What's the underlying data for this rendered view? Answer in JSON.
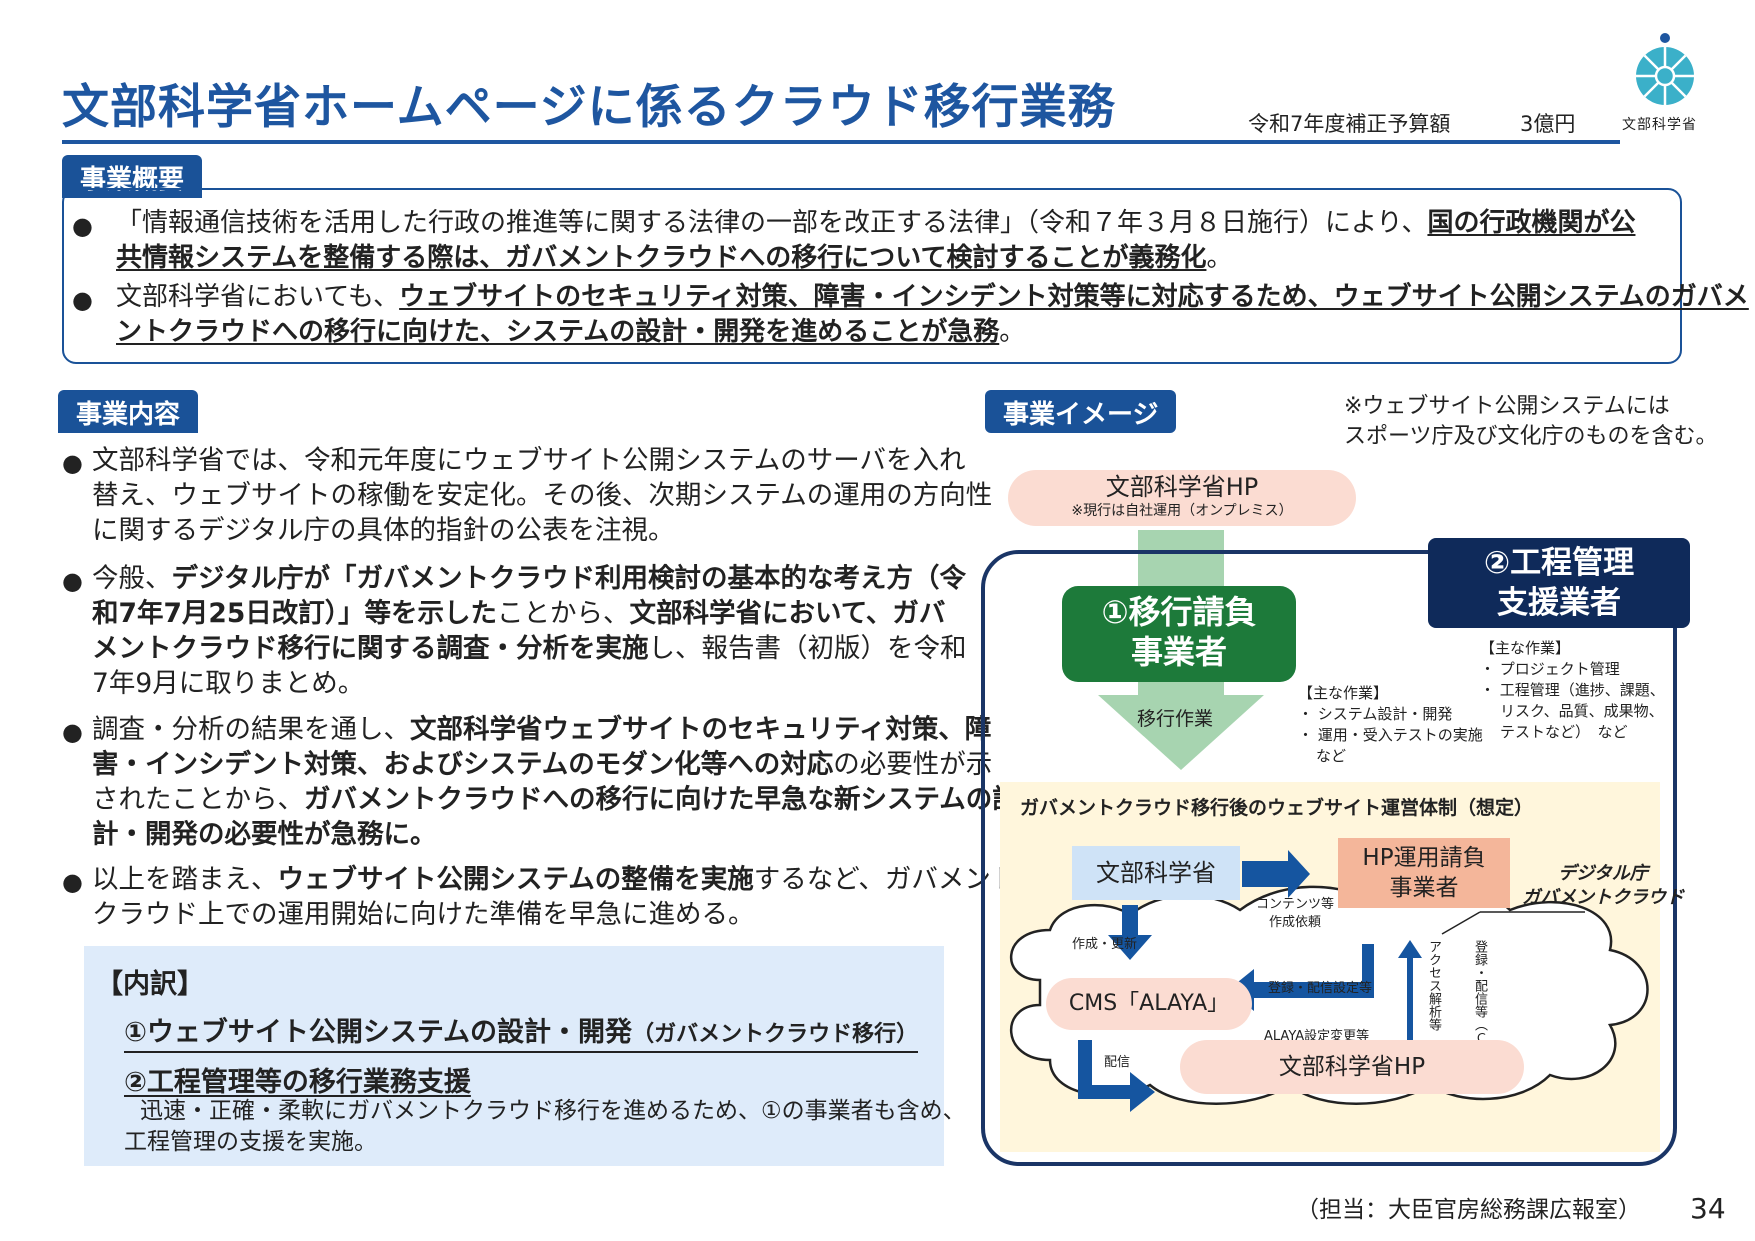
{
  "header": {
    "title": "文部科学省ホームページに係るクラウド移行業務",
    "budget_label": "令和7年度補正予算額",
    "budget_value": "3億円",
    "logo_text": "文部科学省"
  },
  "overview": {
    "tab": "事業概要",
    "b1_l1_plain": "「情報通信技術を活用した行政の推進等に関する法律の一部を改正する法律」（令和７年３月８日施行）により、",
    "b1_l1_bold": "国の行政機関が公",
    "b1_l2_bold": "共情報システムを整備する際は、ガバメントクラウドへの移行について検討することが義務化",
    "b1_l2_end": "。",
    "b2_l1_plain": "文部科学省においても、",
    "b2_l1_bold": "ウェブサイトのセキュリティ対策、障害・インシデント対策等に対応するため、ウェブサイト公開システムのガバメ",
    "b2_l2_bold": "ントクラウドへの移行に向けた、システムの設計・開発を進めることが急務",
    "b2_l2_end": "。"
  },
  "content": {
    "tab": "事業内容",
    "p1_l1": "文部科学省では、令和元年度にウェブサイト公開システムのサーバを入れ",
    "p1_l2": "替え、ウェブサイトの稼働を安定化。その後、次期システムの運用の方向性",
    "p1_l3": "に関するデジタル庁の具体的指針の公表を注視。",
    "p2_l1_a": "今般、",
    "p2_l1_b": "デジタル庁が「ガバメントクラウド利用検討の基本的な考え方（令",
    "p2_l2_b": "和7年7月25日改訂）」等を示した",
    "p2_l2_c": "ことから、",
    "p2_l2_d": "文部科学省において、ガバ",
    "p2_l3_b": "メントクラウド移行に関する調査・分析を実施",
    "p2_l3_c": "し、報告書（初版）を令和",
    "p2_l4": "7年9月に取りまとめ。",
    "p3_l1_a": "調査・分析の結果を通し、",
    "p3_l1_b": "文部科学省ウェブサイトのセキュリティ対策、障",
    "p3_l2_b": "害・インシデント対策、およびシステムのモダン化等への対応",
    "p3_l2_c": "の必要性が示",
    "p3_l3_a": "されたことから、",
    "p3_l3_b": "ガバメントクラウドへの移行に向けた早急な新システムの設",
    "p3_l4_b": "計・開発の必要性が急務に。",
    "p4_l1_a": "以上を踏まえ、",
    "p4_l1_b": "ウェブサイト公開システムの整備を実施",
    "p4_l1_c": "するなど、ガバメント",
    "p4_l2": "クラウド上での運用開始に向けた準備を早急に進める。"
  },
  "breakdown": {
    "title": "【内訳】",
    "item1": "①ウェブサイト公開システムの設計・開発",
    "item1_note": "（ガバメントクラウド移行）",
    "item2": "②工程管理等の移行業務支援",
    "note_l1": "迅速・正確・柔軟にガバメントクラウド移行を進めるため、①の事業者も含め、",
    "note_l2": "工程管理の支援を実施。"
  },
  "image": {
    "tab": "事業イメージ",
    "note_l1": "※ウェブサイト公開システムには",
    "note_l2": "スポーツ庁及び文化庁のものを含む。",
    "top_hp": "文部科学省HP",
    "top_hp_note": "※現行は自社運用（オンプレミス）",
    "vendor1_l1": "①移行請負",
    "vendor1_l2": "事業者",
    "migration_work": "移行作業",
    "vendor2_l1": "②工程管理",
    "vendor2_l2": "支援業者",
    "v1_tasks_head": "【主な作業】",
    "v1_task1": "・ システム設計・開発",
    "v1_task2": "・ 運用・受入テストの実施",
    "v1_task3": "など",
    "v2_tasks_head": "【主な作業】",
    "v2_task1": "・ プロジェクト管理",
    "v2_task2": "・ 工程管理（進捗、課題、",
    "v2_task3": "リスク、品質、成果物、",
    "v2_task4": "テストなど）　など",
    "system_title": "ガバメントクラウド移行後のウェブサイト運営体制（想定）",
    "mext": "文部科学省",
    "hp_vendor_l1": "HP運用請負",
    "hp_vendor_l2": "事業者",
    "contents_l1": "コンテンツ等",
    "contents_l2": "作成依頼",
    "digital_l1": "デジタル庁",
    "digital_l2": "ガバメントクラウド",
    "create_update": "作成・更新",
    "cms": "CMS「ALAYA」",
    "reg_setting": "登録・配信設定等",
    "alaya_change": "ALAYA設定変更等",
    "access_analysis": "アクセス解析等",
    "reg_dist_cms": "登録・配信等（ＣＭＳ外）",
    "distribute": "配信",
    "bottom_hp": "文部科学省HP"
  },
  "footer": {
    "contact": "（担当：大臣官房総務課広報室）",
    "page": "34"
  }
}
